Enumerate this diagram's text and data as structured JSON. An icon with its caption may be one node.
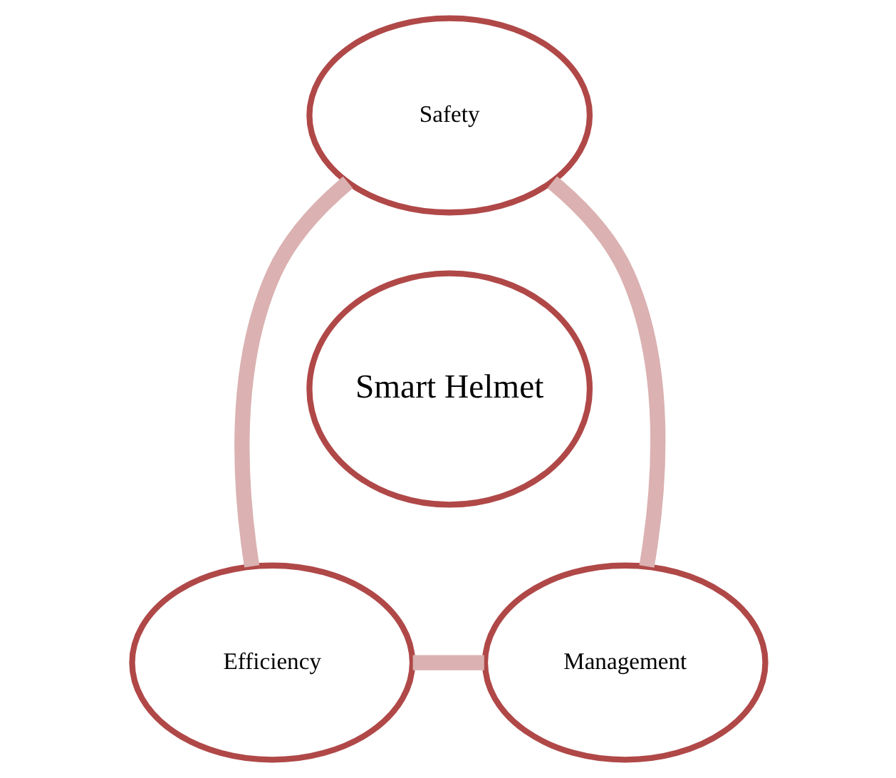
{
  "diagram": {
    "nodes": [
      {
        "text": [
          "Safety"
        ]
      },
      {
        "text": [
          "Smart Helmet"
        ]
      },
      {
        "text": [
          "Management"
        ]
      },
      {
        "text": [
          "Efficiency"
        ]
      }
    ],
    "edges": [
      {
        "from": 0,
        "to": 3,
        "arrow": "none"
      },
      {
        "from": 3,
        "to": 2,
        "arrow": "none"
      },
      {
        "from": 2,
        "to": 0,
        "arrow": "none"
      }
    ]
  }
}
